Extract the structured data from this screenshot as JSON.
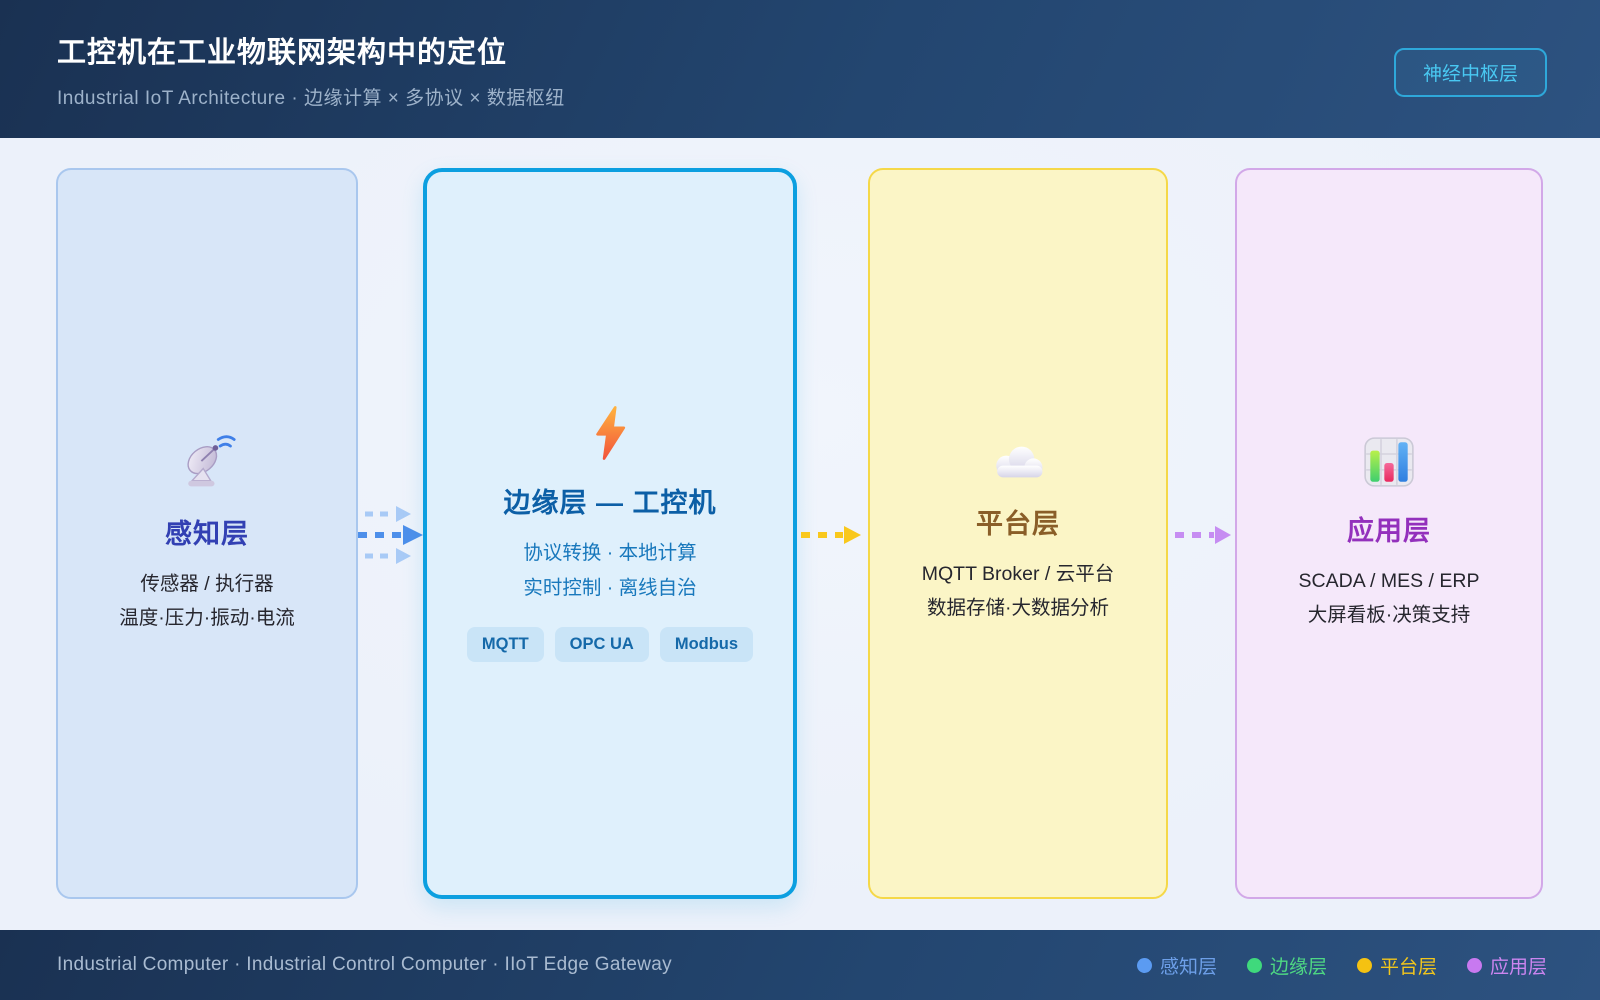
{
  "header": {
    "title": "工控机在工业物联网架构中的定位",
    "subtitle": "Industrial IoT Architecture · 边缘计算 × 多协议 × 数据枢纽",
    "badge": "神经中枢层"
  },
  "layers": [
    {
      "id": "perception",
      "icon": "satellite-dish-icon",
      "title": "感知层",
      "line1": "传感器 / 执行器",
      "line2": "温度·压力·振动·电流",
      "accent_color": "#3240B3",
      "fill_color": "#D8E6F8",
      "border_color": "#A9C7EE"
    },
    {
      "id": "edge",
      "icon": "lightning-icon",
      "title": "边缘层 — 工控机",
      "line1": "协议转换 · 本地计算",
      "line2": "实时控制 · 离线自治",
      "tags": [
        "MQTT",
        "OPC UA",
        "Modbus"
      ],
      "accent_color": "#0C5FA6",
      "fill_color": "#DFF0FC",
      "border_color": "#0C9FE0"
    },
    {
      "id": "platform",
      "icon": "cloud-icon",
      "title": "平台层",
      "line1": "MQTT Broker / 云平台",
      "line2": "数据存储·大数据分析",
      "accent_color": "#8A5E28",
      "fill_color": "#FBF5C6",
      "border_color": "#F5D848"
    },
    {
      "id": "application",
      "icon": "bar-chart-icon",
      "title": "应用层",
      "line1": "SCADA / MES / ERP",
      "line2": "大屏看板·决策支持",
      "accent_color": "#9330BC",
      "fill_color": "#F5E8FA",
      "border_color": "#D2A8E8"
    }
  ],
  "arrows": [
    {
      "from": "perception",
      "to": "edge",
      "style": "triple-dashed",
      "color": "#4D8FEA",
      "secondary_color": "#A8CAF6"
    },
    {
      "from": "edge",
      "to": "platform",
      "style": "dashed",
      "color": "#F9C81D"
    },
    {
      "from": "platform",
      "to": "application",
      "style": "dashed",
      "color": "#C68DF2"
    }
  ],
  "footer": {
    "text": "Industrial Computer · Industrial Control Computer · IIoT Edge Gateway",
    "legend": [
      {
        "label": "感知层",
        "color": "#5B9BF2"
      },
      {
        "label": "边缘层",
        "color": "#3FD97C"
      },
      {
        "label": "平台层",
        "color": "#F5C211"
      },
      {
        "label": "应用层",
        "color": "#C879F0"
      }
    ]
  }
}
